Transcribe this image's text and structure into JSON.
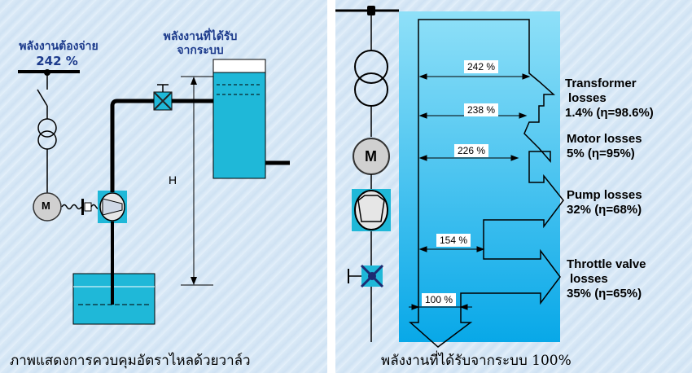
{
  "left": {
    "supplied_label": "พลังงานต้องจ่าย",
    "supplied_value": "242 %",
    "received_label_1": "พลังงานที่ได้รับ",
    "received_label_2": "จากระบบ",
    "height_label": "H",
    "motor_label": "M",
    "caption": "ภาพแสดงการควบคุมอัตราไหลด้วยวาล์ว"
  },
  "right": {
    "motor_label": "M",
    "flow_percents": [
      "242 %",
      "238 %",
      "226 %",
      "154 %",
      "100 %"
    ],
    "losses": {
      "transformer_1": "Transformer",
      "transformer_2": "losses",
      "transformer_3": "1.4% (η=98.6%)",
      "motor_1": "Motor losses",
      "motor_2": "5% (η=95%)",
      "pump_1": "Pump losses",
      "pump_2": "32% (η=68%)",
      "throttle_1": "Throttle valve",
      "throttle_2": "losses",
      "throttle_3": "35% (η=65%)"
    },
    "caption": "พลังงานที่ได้รับจากระบบ 100%"
  },
  "colors": {
    "label_blue": "#1d3b8c",
    "water": "#1fb8d8",
    "flow_gradient_top": "#8fe0f8",
    "flow_gradient_bottom": "#08a8e8"
  }
}
